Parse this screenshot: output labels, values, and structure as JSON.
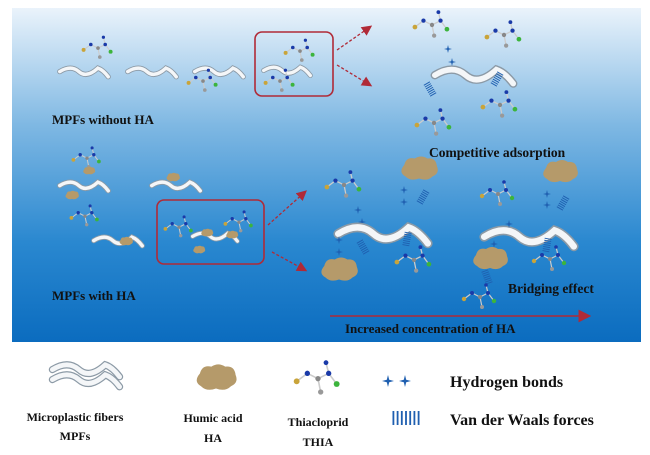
{
  "panel": {
    "without_ha_label": "MPFs without HA",
    "with_ha_label": "MPFs with HA",
    "competitive_label": "Competitive adsorption",
    "bridging_label": "Bridging effect",
    "gradient_label": "Increased concentration of HA"
  },
  "legend": {
    "fiber_line1": "Microplastic fibers",
    "fiber_line2": "MPFs",
    "ha_line1": "Humic acid",
    "ha_line2": "HA",
    "thia_line1": "Thiacloprid",
    "thia_line2": "THIA",
    "hbond_label": "Hydrogen bonds",
    "vdw_label": "Van der Waals forces"
  },
  "colors": {
    "bg_top": "#eaf3fb",
    "bg_bottom": "#0b6cbf",
    "box": "#b02a37",
    "ha": "#b59a6a",
    "bond": "#1f5fb0"
  }
}
